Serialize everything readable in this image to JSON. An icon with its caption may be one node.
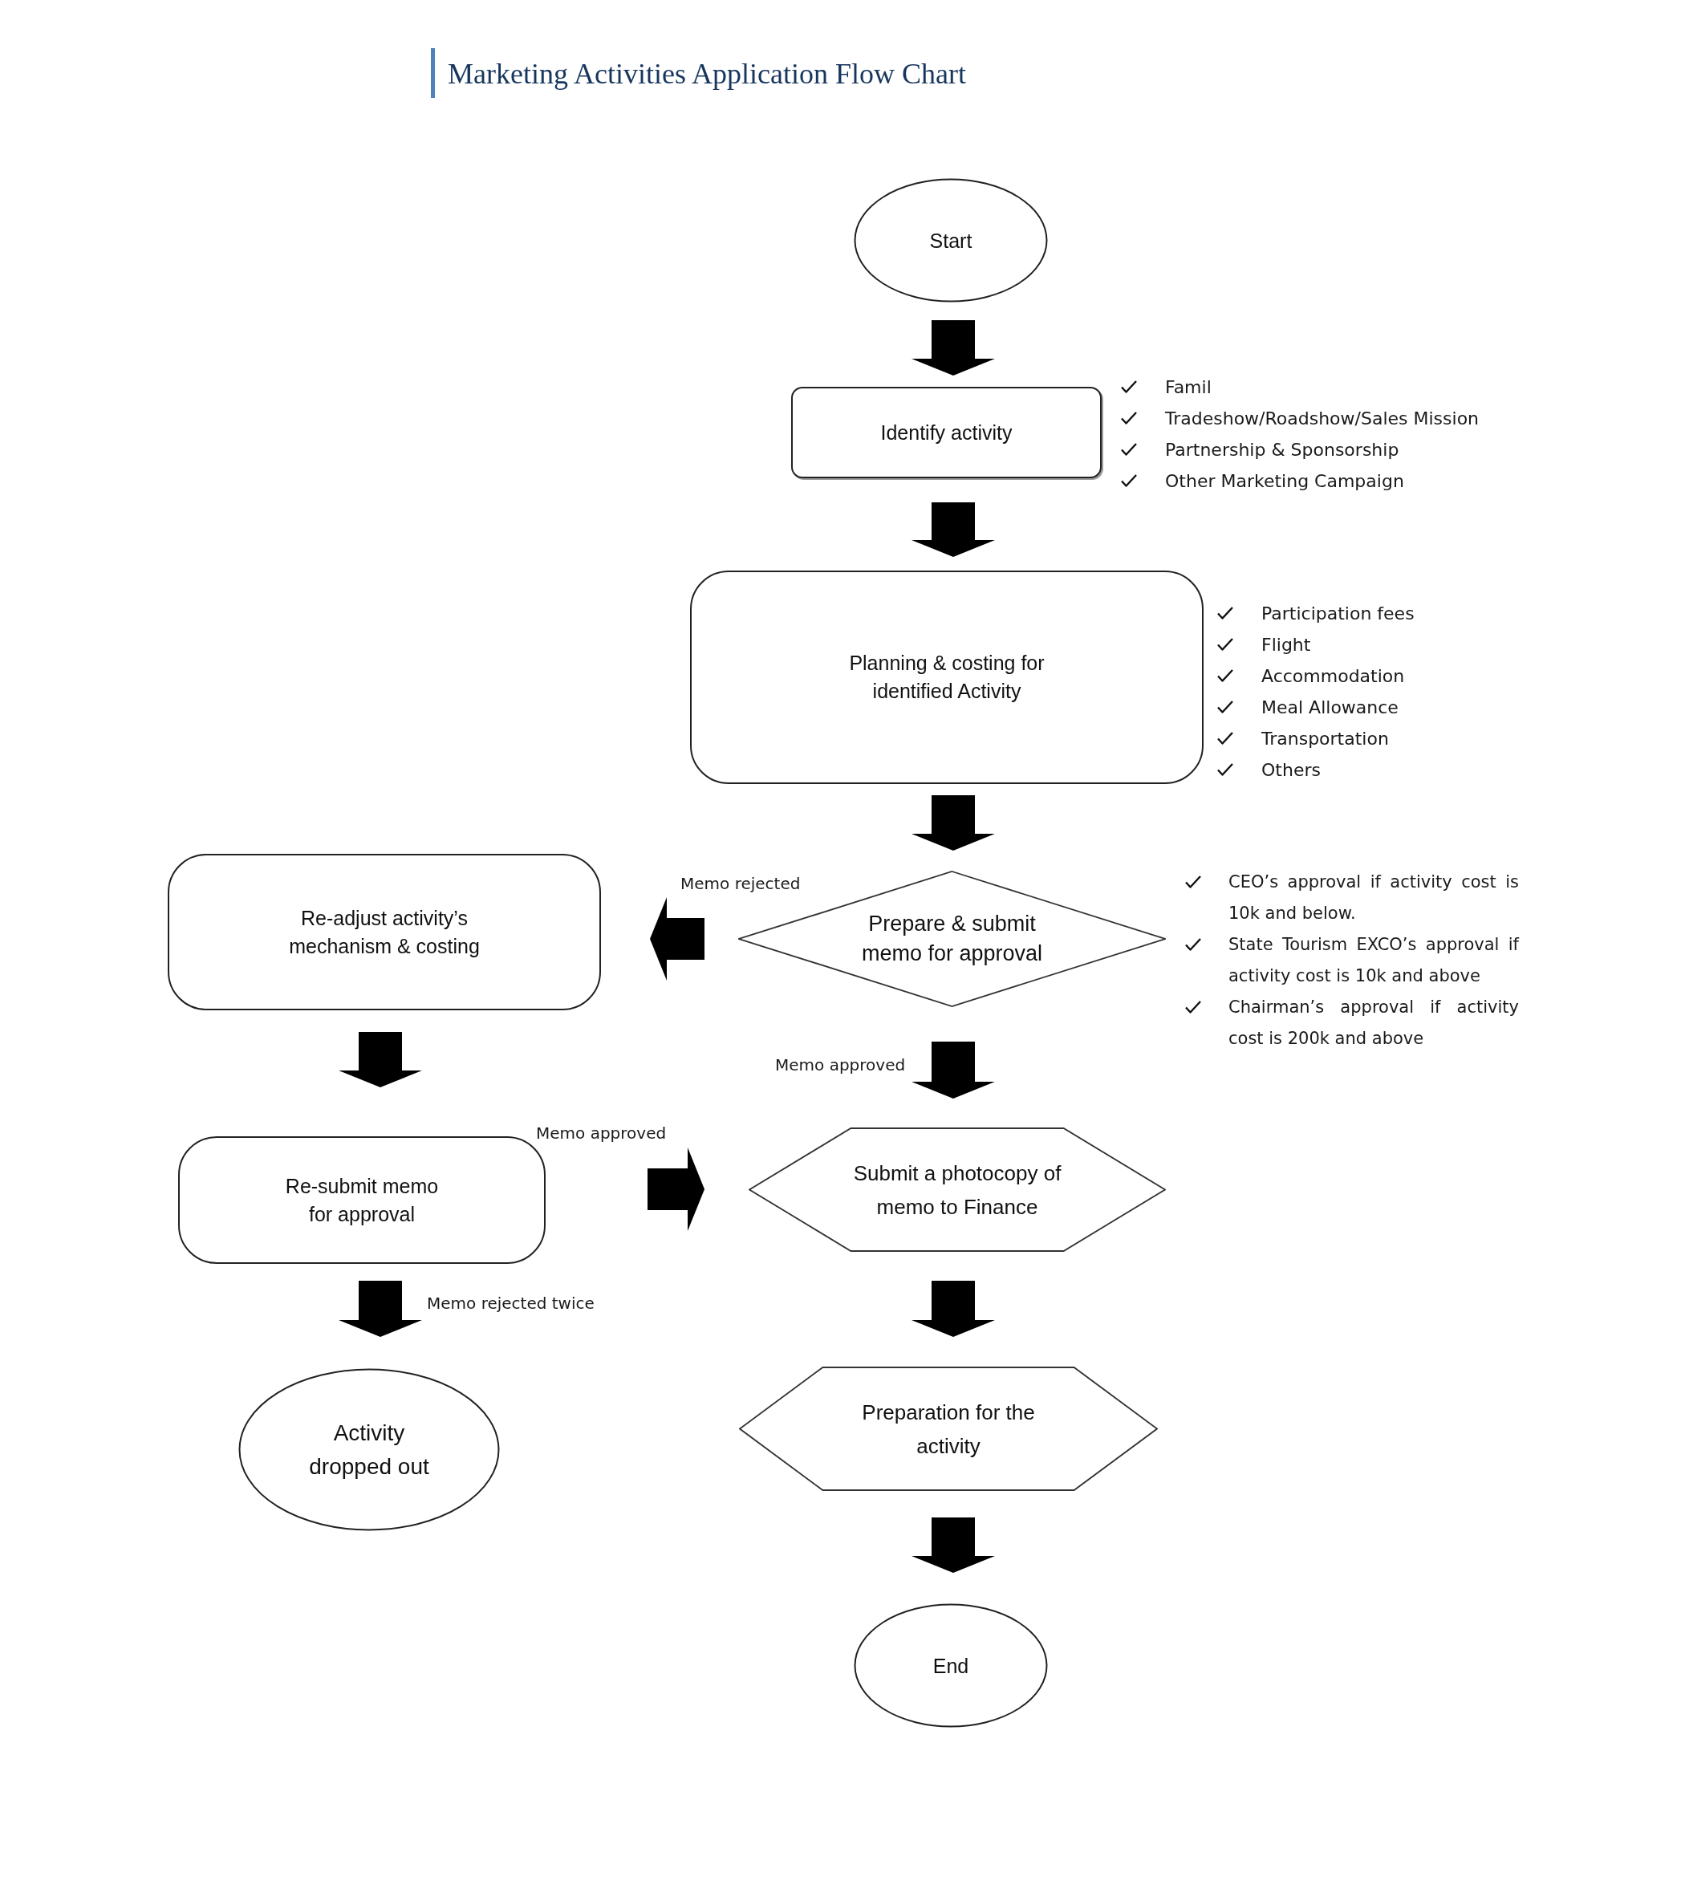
{
  "diagram": {
    "title": "Marketing Activities Application Flow Chart",
    "nodes": [
      {
        "text": [
          "Start"
        ]
      },
      {
        "text": [
          "Identify activity"
        ],
        "beside": [
          "Famil",
          "Tradeshow/Roadshow/Sales Mission",
          "Partnership & Sponsorship",
          "Other Marketing Campaign"
        ]
      },
      {
        "text": [
          "Planning & costing for identified Activity"
        ],
        "beside": [
          "Participation fees",
          "Flight",
          "Accommodation",
          "Meal Allowance",
          "Transportation",
          "Others"
        ]
      },
      {
        "text": [
          "Re-adjust activity’s mechanism & costing"
        ]
      },
      {
        "text": [
          "Prepare & submit memo for approval"
        ],
        "beside": [
          "CEO’s approval if activity cost is 10k and below.",
          "State Tourism EXCO’s approval if activity cost is 10k and above",
          "Chairman’s approval if activity cost is 200k and above"
        ]
      },
      {
        "text": [
          "Re-submit memo for approval"
        ]
      },
      {
        "text": [
          "Submit a photocopy of memo to Finance"
        ]
      },
      {
        "text": [
          "Activity dropped out"
        ]
      },
      {
        "text": [
          "Preparation for the activity"
        ]
      },
      {
        "text": [
          "End"
        ]
      }
    ],
    "edges": [
      {
        "from": 0,
        "to": 1,
        "arrow": "to"
      },
      {
        "from": 1,
        "to": 2,
        "arrow": "to"
      },
      {
        "from": 2,
        "to": 4,
        "arrow": "to"
      },
      {
        "from": 4,
        "to": 3,
        "arrow": "to",
        "label": "Memo rejected"
      },
      {
        "from": 4,
        "to": 6,
        "arrow": "to",
        "label": "Memo approved"
      },
      {
        "from": 3,
        "to": 5,
        "arrow": "to"
      },
      {
        "from": 5,
        "to": 6,
        "arrow": "to",
        "label": "Memo approved"
      },
      {
        "from": 5,
        "to": 7,
        "arrow": "to",
        "label": "Memo rejected twice"
      },
      {
        "from": 6,
        "to": 8,
        "arrow": "to"
      },
      {
        "from": 8,
        "to": 9,
        "arrow": "to"
      }
    ]
  }
}
